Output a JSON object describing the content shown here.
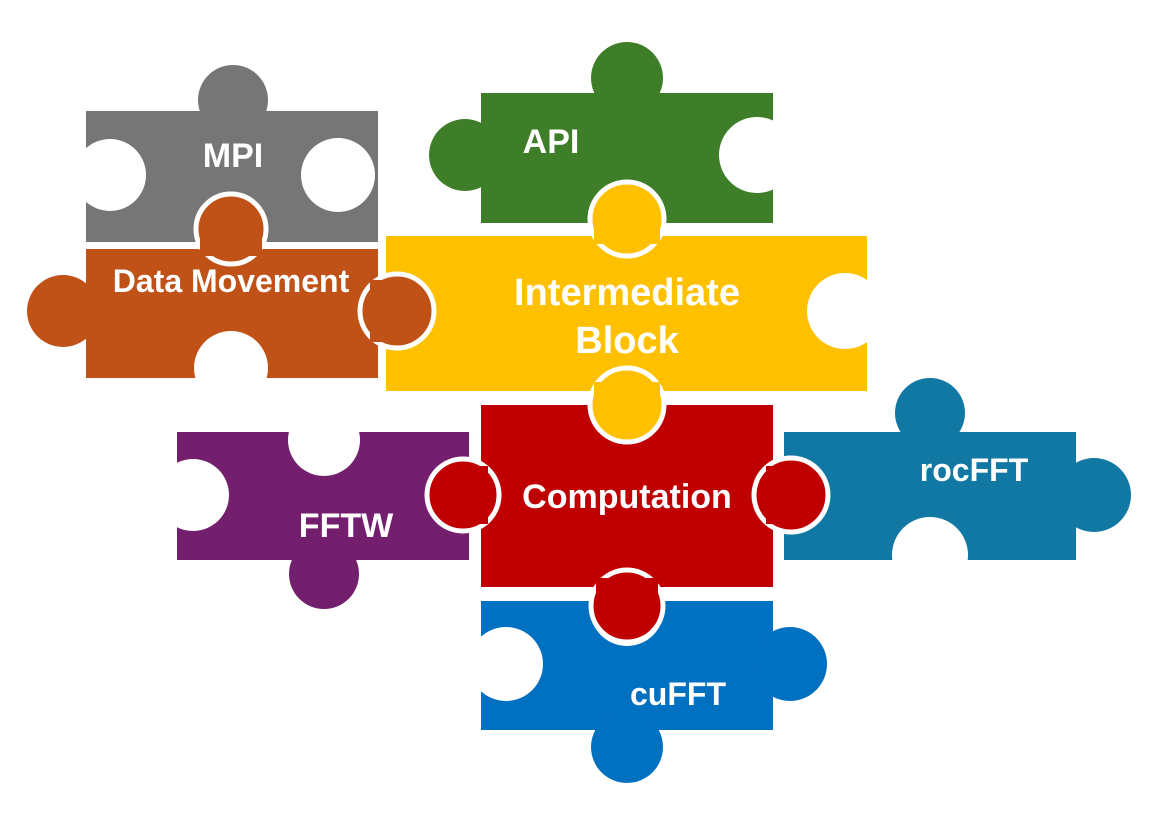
{
  "pieces": {
    "mpi": {
      "label": "MPI",
      "color": "#767676"
    },
    "api": {
      "label": "API",
      "color": "#3e7e28"
    },
    "data_movement": {
      "label": "Data Movement",
      "color": "#c05217"
    },
    "intermediate": {
      "label_line1": "Intermediate",
      "label_line2": "Block",
      "color": "#ffc000"
    },
    "fftw": {
      "label": "FFTW",
      "color": "#741f6e"
    },
    "computation": {
      "label": "Computation",
      "color": "#c00000"
    },
    "rocfft": {
      "label": "rocFFT",
      "color": "#1178a4"
    },
    "cufft": {
      "label": "cuFFT",
      "color": "#0070c0"
    }
  },
  "background_color": "#ffffff"
}
